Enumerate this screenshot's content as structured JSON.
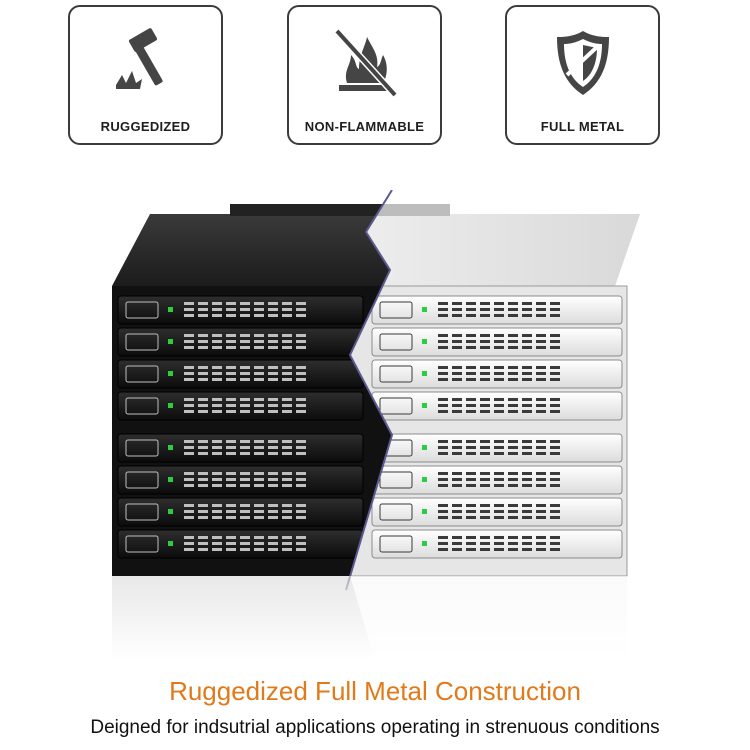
{
  "features": [
    {
      "label": "RUGGEDIZED",
      "icon": "hammer-icon"
    },
    {
      "label": "NON-FLAMMABLE",
      "icon": "no-fire-icon"
    },
    {
      "label": "FULL METAL",
      "icon": "shield-icon"
    }
  ],
  "product": {
    "name": "drive-enclosure",
    "left_finish": "black",
    "right_finish": "silver",
    "bays_per_side": 8,
    "indicator_color": "#2ecc40"
  },
  "headline": "Ruggedized Full Metal Construction",
  "subline": "Deigned for indsutrial applications operating in strenuous conditions",
  "colors": {
    "accent": "#e07a1a",
    "icon": "#444444",
    "divider": "#5a5a90"
  }
}
